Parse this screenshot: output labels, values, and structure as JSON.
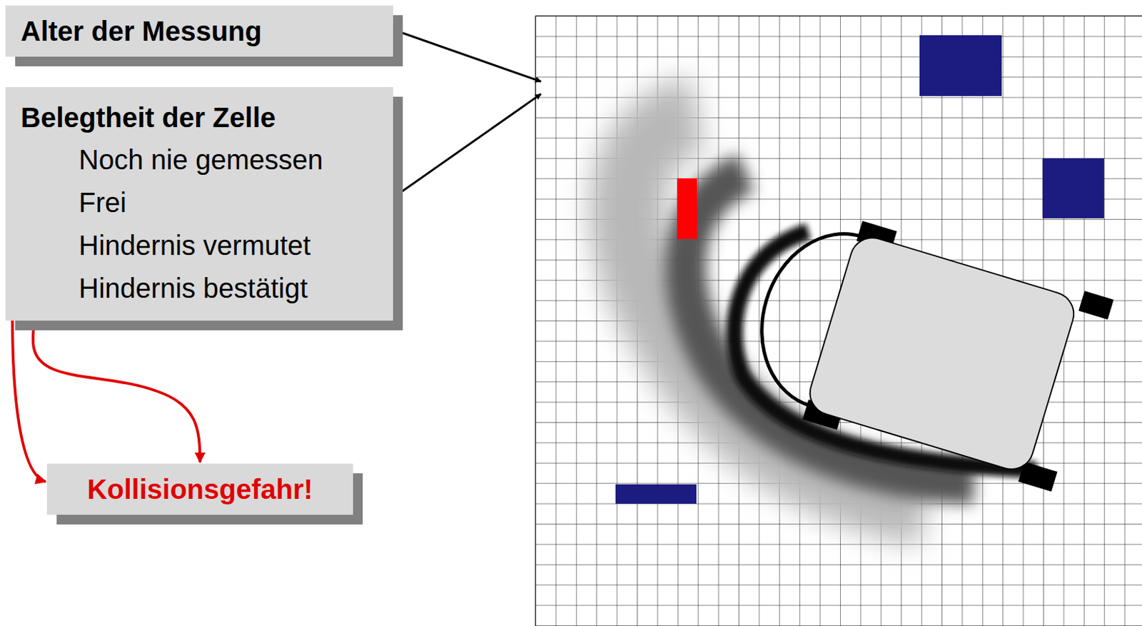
{
  "diagram": {
    "nodes": [
      {
        "text": [
          "Alter der Messung"
        ]
      },
      {
        "text": [
          "Belegtheit der Zelle",
          "Noch nie gemessen",
          "Frei",
          "Hindernis vermutet",
          "Hindernis bestätigt"
        ]
      },
      {
        "text": [
          "Kollisionsgefahr!"
        ]
      }
    ],
    "edges": [
      {
        "from": 1,
        "to": 2,
        "arrow": "to"
      },
      {
        "from": 1,
        "to": 2,
        "arrow": "to"
      }
    ]
  }
}
